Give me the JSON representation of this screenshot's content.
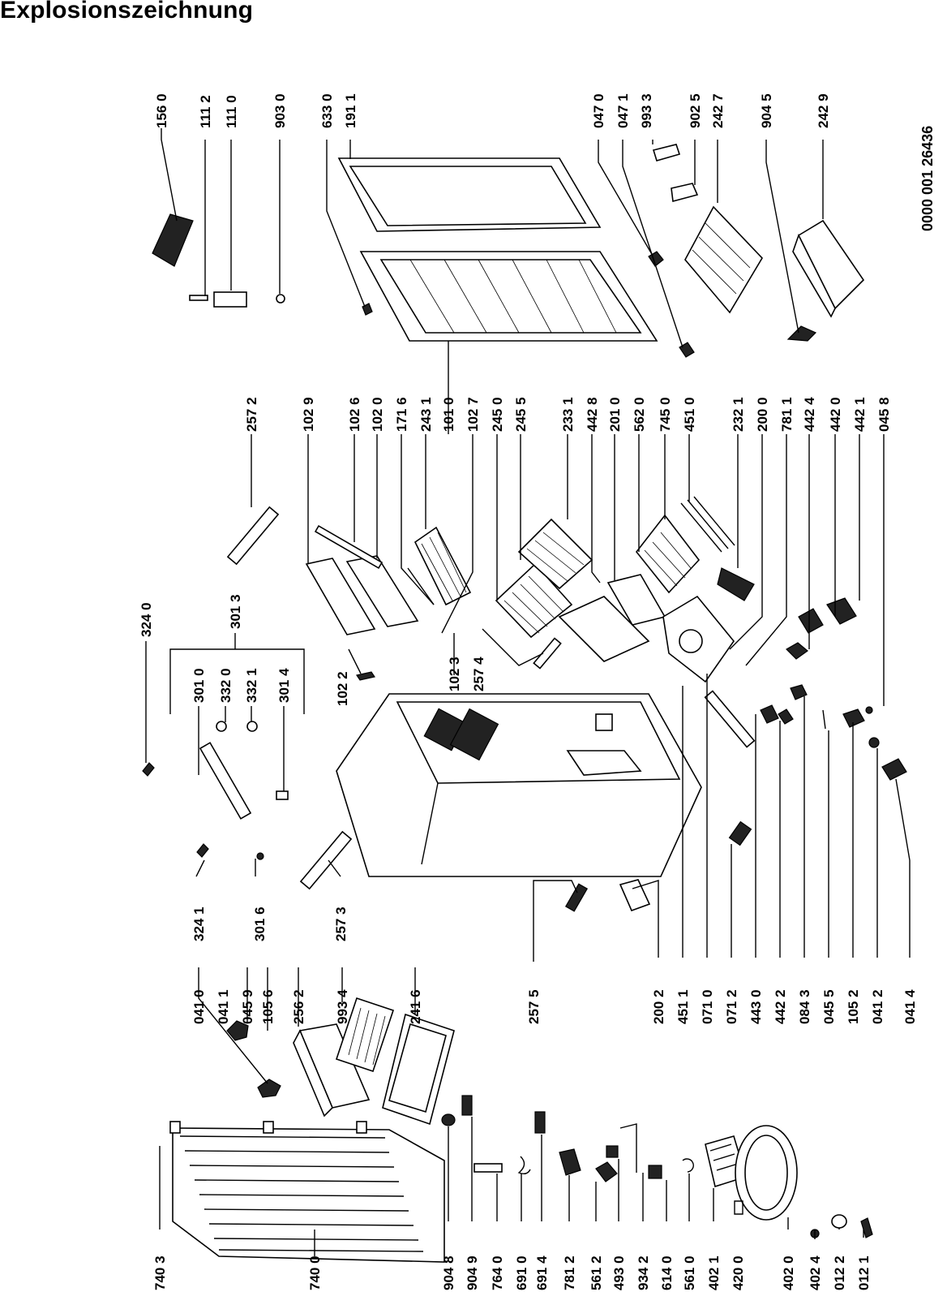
{
  "title": "Explosionszeichnung",
  "document_number": "0000 001 26436",
  "part_numbers": {
    "p1560": "156 0",
    "p1112": "111 2",
    "p1110": "111 0",
    "p9030": "903 0",
    "p6330": "633 0",
    "p1911": "191 1",
    "p0470": "047 0",
    "p0471": "047 1",
    "p9933": "993 3",
    "p9025": "902 5",
    "p2427": "242 7",
    "p9045": "904 5",
    "p2429": "242 9",
    "p2572": "257 2",
    "p1029": "102 9",
    "p1026": "102 6",
    "p1020": "102 0",
    "p1716": "171 6",
    "p2431": "243 1",
    "p1010": "101 0",
    "p1027": "102 7",
    "p2450": "245 0",
    "p2455": "245 5",
    "p2331": "233 1",
    "p4428": "442 8",
    "p2010": "201 0",
    "p5620": "562 0",
    "p7450": "745 0",
    "p4510": "451 0",
    "p2321": "232 1",
    "p2000": "200 0",
    "p7811": "781 1",
    "p4424": "442 4",
    "p4420": "442 0",
    "p4421": "442 1",
    "p0458": "045 8",
    "p3240": "324 0",
    "p3013": "301 3",
    "p3010": "301 0",
    "p3320": "332 0",
    "p3321": "332 1",
    "p3014": "301 4",
    "p1022": "102 2",
    "p1023": "102 3",
    "p2574": "257 4",
    "p3241": "324 1",
    "p3016": "301 6",
    "p2573": "257 3",
    "p0410": "041 0",
    "p0411": "041 1",
    "p0459": "045 9",
    "p1056": "105 6",
    "p2562": "256 2",
    "p9934": "993 4",
    "p2416": "241 6",
    "p2575": "257 5",
    "p2002": "200 2",
    "p4511": "451 1",
    "p0710": "071 0",
    "p0712": "071 2",
    "p4430": "443 0",
    "p4422": "442 2",
    "p0843": "084 3",
    "p0455": "045 5",
    "p1052": "105 2",
    "p0412": "041 2",
    "p0414": "041 4",
    "p7403": "740 3",
    "p7400": "740 0",
    "p9048": "904 8",
    "p9049": "904 9",
    "p7640": "764 0",
    "p6910": "691 0",
    "p6914": "691 4",
    "p7812": "781 2",
    "p5612": "561 2",
    "p4930": "493 0",
    "p9342": "934 2",
    "p6140": "614 0",
    "p5610": "561 0",
    "p4021": "402 1",
    "p4200": "420 0",
    "p4020": "402 0",
    "p4024": "402 4",
    "p0122": "012 2",
    "p0121": "012 1"
  }
}
